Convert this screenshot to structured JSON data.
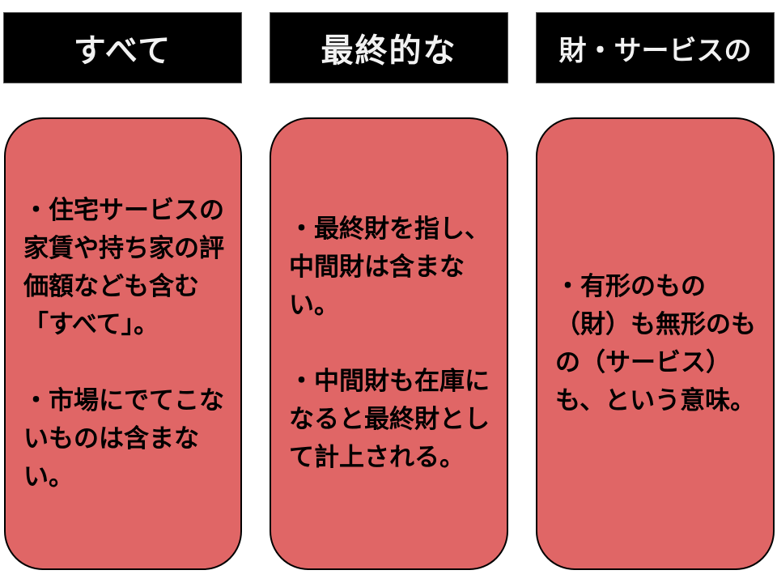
{
  "headers": [
    {
      "label": "すべて"
    },
    {
      "label": "最終的な"
    },
    {
      "label": "財・サービスの"
    }
  ],
  "cards": [
    {
      "bullets": [
        "・住宅サービスの家賃や持ち家の評価額なども含む「すべて」。",
        "・市場にでてこないものは含まない。"
      ]
    },
    {
      "bullets": [
        "・最終財を指し、中間財は含まない。",
        "・中間財も在庫になると最終財として計上される。"
      ]
    },
    {
      "bullets": [
        "・有形のもの（財）も無形のもの（サービス）も、という意味。"
      ]
    }
  ],
  "colors": {
    "header_bg": "#000000",
    "header_text": "#f2f2f2",
    "card_fill": "#E06666",
    "card_border": "#000000",
    "card_text": "#000000"
  }
}
